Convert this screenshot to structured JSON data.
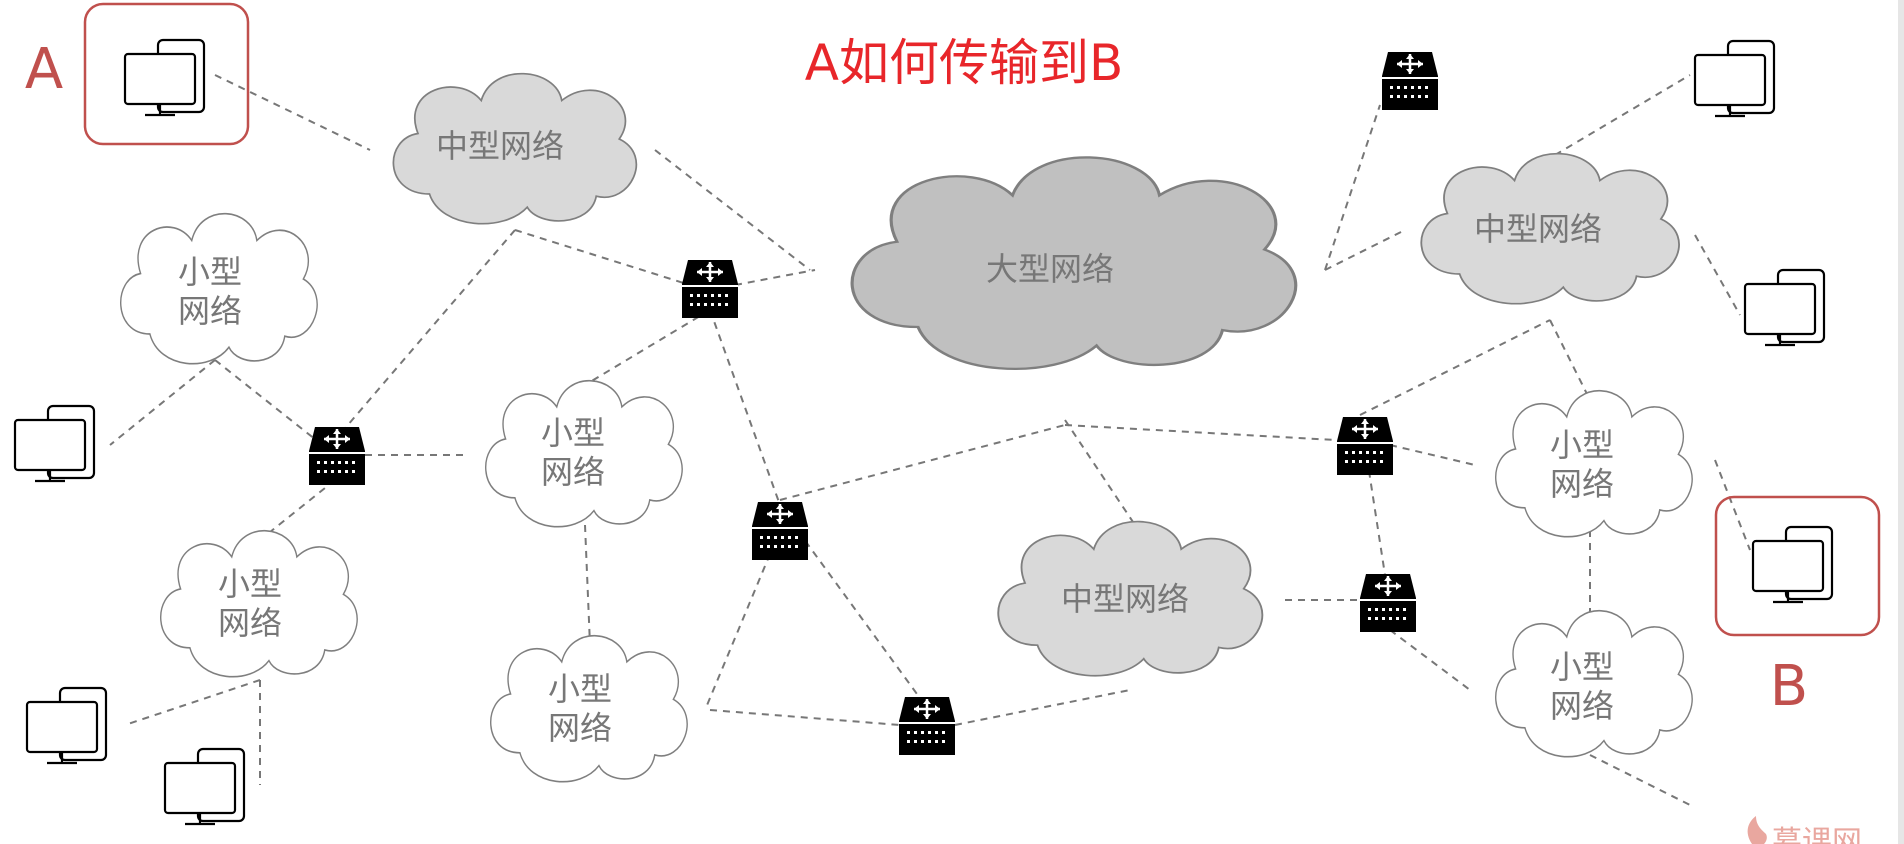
{
  "title": "A如何传输到B",
  "endpoints": {
    "a_label": "A",
    "b_label": "B"
  },
  "clouds": {
    "large": "大型网络",
    "medium_label": "中型网络",
    "small_line1": "小型",
    "small_line2": "网络"
  },
  "watermark": "慕课网",
  "colors": {
    "title": "#e8262a",
    "highlight_box": "#c0504d",
    "large_cloud": "#c0c0c0",
    "medium_cloud": "#d9d9d9",
    "small_cloud": "#ffffff",
    "router": "#000000",
    "link": "#777777"
  },
  "icons": [
    "computer-icon",
    "router-icon",
    "cloud-icon"
  ]
}
